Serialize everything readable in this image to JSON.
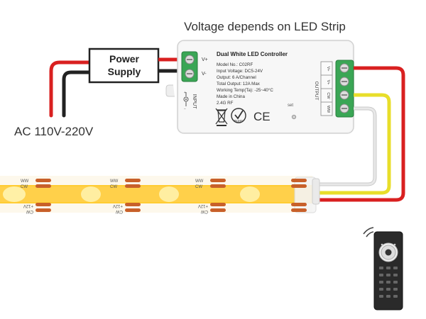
{
  "header": {
    "title": "Voltage depends on LED Strip"
  },
  "power_supply": {
    "label_line1": "Power",
    "label_line2": "Supply",
    "input_label": "AC 110V-220V"
  },
  "controller": {
    "title": "Dual White LED Controller",
    "input_plus": "V+",
    "input_minus": "V-",
    "specs": [
      "Model No.: C02RF",
      "Input Voltage: DC5-24V",
      "Output: 6 A/Channel",
      "Total Output: 12A Max",
      "Working Temp(Ta): -25~40°C",
      "Made in China",
      "2.4G RF"
    ],
    "input_side_label": "INPUT",
    "output_side_label": "OUTPUT",
    "output_terminals": [
      "V+",
      "V+",
      "CW",
      "WW"
    ],
    "set_label": "set",
    "cert_marks": [
      "RoHS",
      "CE"
    ]
  },
  "strip": {
    "segment_labels": {
      "top_ww": "WW",
      "top_cw": "CW",
      "bottom_12v": "+12V",
      "bottom_cw": "CW"
    }
  },
  "colors": {
    "wire_red": "#d92020",
    "wire_black": "#222222",
    "wire_yellow": "#e8de2a",
    "wire_white": "#c8c8c8",
    "terminal_green": "#3aa655",
    "led_yellow": "#ffcc33",
    "pad_orange": "#c8602a",
    "remote_body": "#2a2a2a"
  },
  "icons": {
    "remote": "remote-control-icon",
    "signal": "wireless-signal-icon",
    "weee": "weee-bin-icon",
    "rohs": "rohs-check-icon",
    "ce": "ce-mark-icon",
    "polarity": "dc-polarity-icon"
  }
}
